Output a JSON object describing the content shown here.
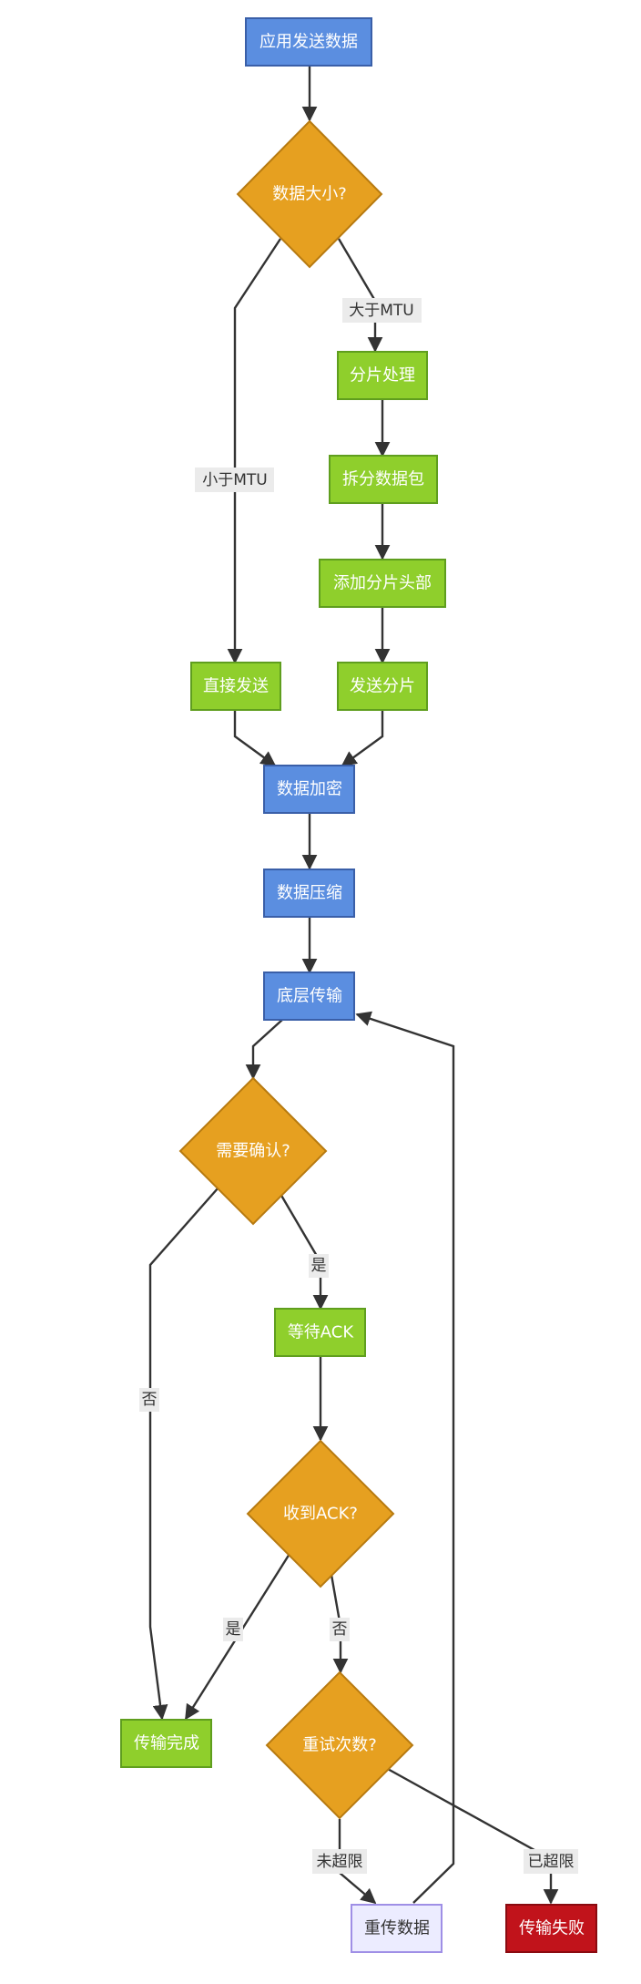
{
  "nodes": {
    "app_send": "应用发送数据",
    "size_check": "数据大小?",
    "fragment": "分片处理",
    "split_packet": "拆分数据包",
    "add_header": "添加分片头部",
    "direct_send": "直接发送",
    "send_fragments": "发送分片",
    "encrypt": "数据加密",
    "compress": "数据压缩",
    "transport": "底层传输",
    "need_ack": "需要确认?",
    "wait_ack": "等待ACK",
    "ack_received": "收到ACK?",
    "done": "传输完成",
    "retry_count": "重试次数?",
    "resend": "重传数据",
    "fail": "传输失败"
  },
  "edge_labels": {
    "gt_mtu": "大于MTU",
    "lt_mtu": "小于MTU",
    "yes1": "是",
    "no1": "否",
    "yes2": "是",
    "no2": "否",
    "not_exceeded": "未超限",
    "exceeded": "已超限"
  },
  "colors": {
    "process_blue": "#5b8ee0",
    "process_green": "#8fcf2c",
    "decision_orange": "#e6a020",
    "resend_lavender": "#ececff",
    "fail_red": "#c1131b"
  }
}
